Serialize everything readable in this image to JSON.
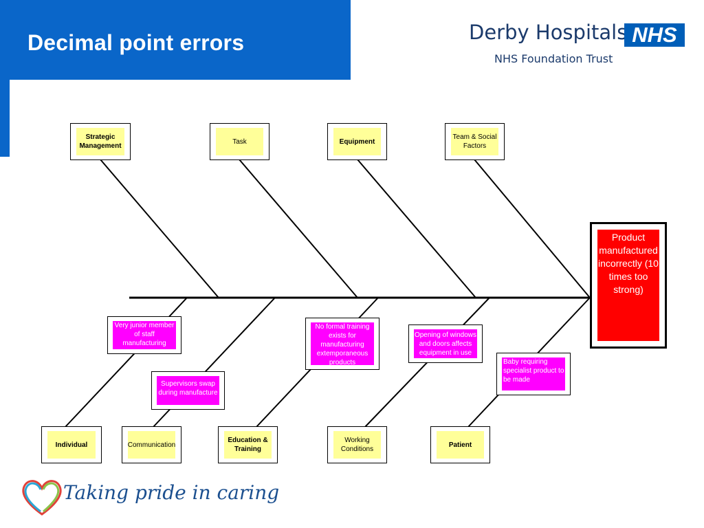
{
  "title": "Decimal point errors",
  "logo": {
    "organisation": "Derby Hospitals",
    "badge": "NHS",
    "trust": "NHS Foundation Trust"
  },
  "footer": {
    "slogan": "Taking pride in caring"
  },
  "diagram": {
    "effect": "Product manufactured incorrectly (10 times too strong)",
    "top_categories": [
      "Strategic Management",
      "Task",
      "Equipment",
      "Team & Social Factors"
    ],
    "bottom_categories": [
      "Individual",
      "Communication",
      "Education & Training",
      "Working Conditions",
      "Patient"
    ],
    "causes": {
      "individual": "Very junior member of staff manufacturing",
      "communication": "Supervisors swap during manufacture",
      "education": "No formal training exists for manufacturing extemporaneous products",
      "working_conditions": "Opening of windows and doors affects equipment in use",
      "patient": "Baby requiring specialist product to be made"
    }
  },
  "colors": {
    "title_band": "#0a66c9",
    "category_fill": "#ffff99",
    "cause_fill": "#ff00ff",
    "effect_fill": "#ff0000"
  }
}
